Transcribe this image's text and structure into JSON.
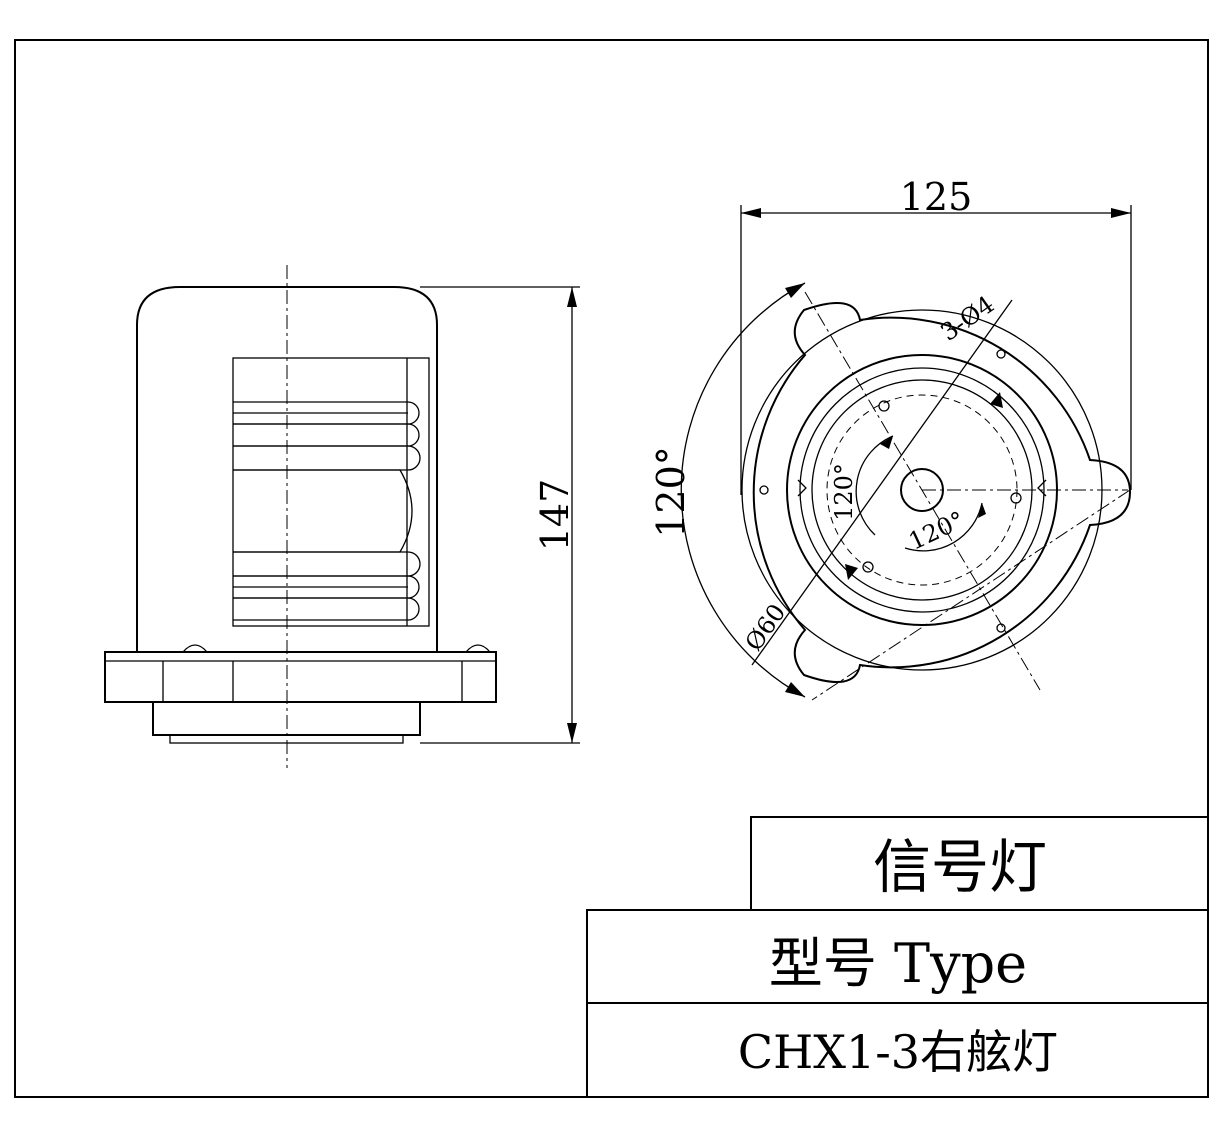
{
  "dimensions": {
    "width": "125",
    "height": "147",
    "holes": "3-Ø4",
    "diameter": "Ø60",
    "angle_outer": "120°",
    "angle_inner_1": "120°",
    "angle_inner_2": "120°"
  },
  "title_block": {
    "name": "信号灯",
    "type_label": "型号 Type",
    "model": "CHX1-3右舷灯"
  }
}
